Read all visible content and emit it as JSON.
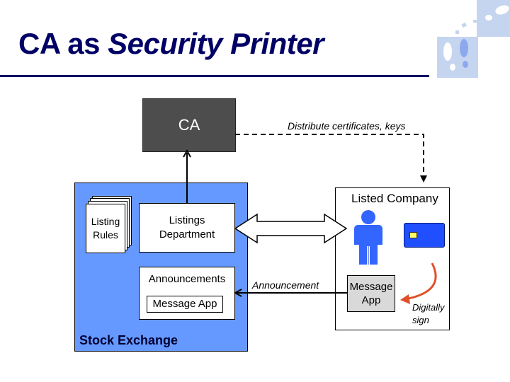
{
  "slide": {
    "title_plain": "CA as ",
    "title_italic": "Security Printer",
    "colors": {
      "title": "#000066",
      "ca_box": "#4d4d4d",
      "stock_exchange": "#6699ff",
      "person": "#3366ff",
      "smartcard": "#1f4fff",
      "sign_arrow": "#e0502a",
      "message_app_fill": "#d9d9d9"
    }
  },
  "diagram": {
    "ca": {
      "label": "CA"
    },
    "distribute_edge": {
      "label": "Distribute certificates, keys",
      "style": "dashed"
    },
    "stock_exchange": {
      "label": "Stock Exchange",
      "listing_rules": [
        "Listing",
        "Rules"
      ],
      "listings_department": [
        "Listings",
        "Department"
      ],
      "announcements": {
        "label": "Announcements",
        "message_app": "Message App"
      }
    },
    "listed_company": {
      "label": "Listed Company",
      "person_icon": "person-icon",
      "smartcard_icon": "smartcard-icon",
      "message_app": [
        "Message",
        "App"
      ],
      "sign_label": [
        "Digitally",
        "sign"
      ]
    },
    "announcement_edge": {
      "label": "Announcement"
    }
  }
}
